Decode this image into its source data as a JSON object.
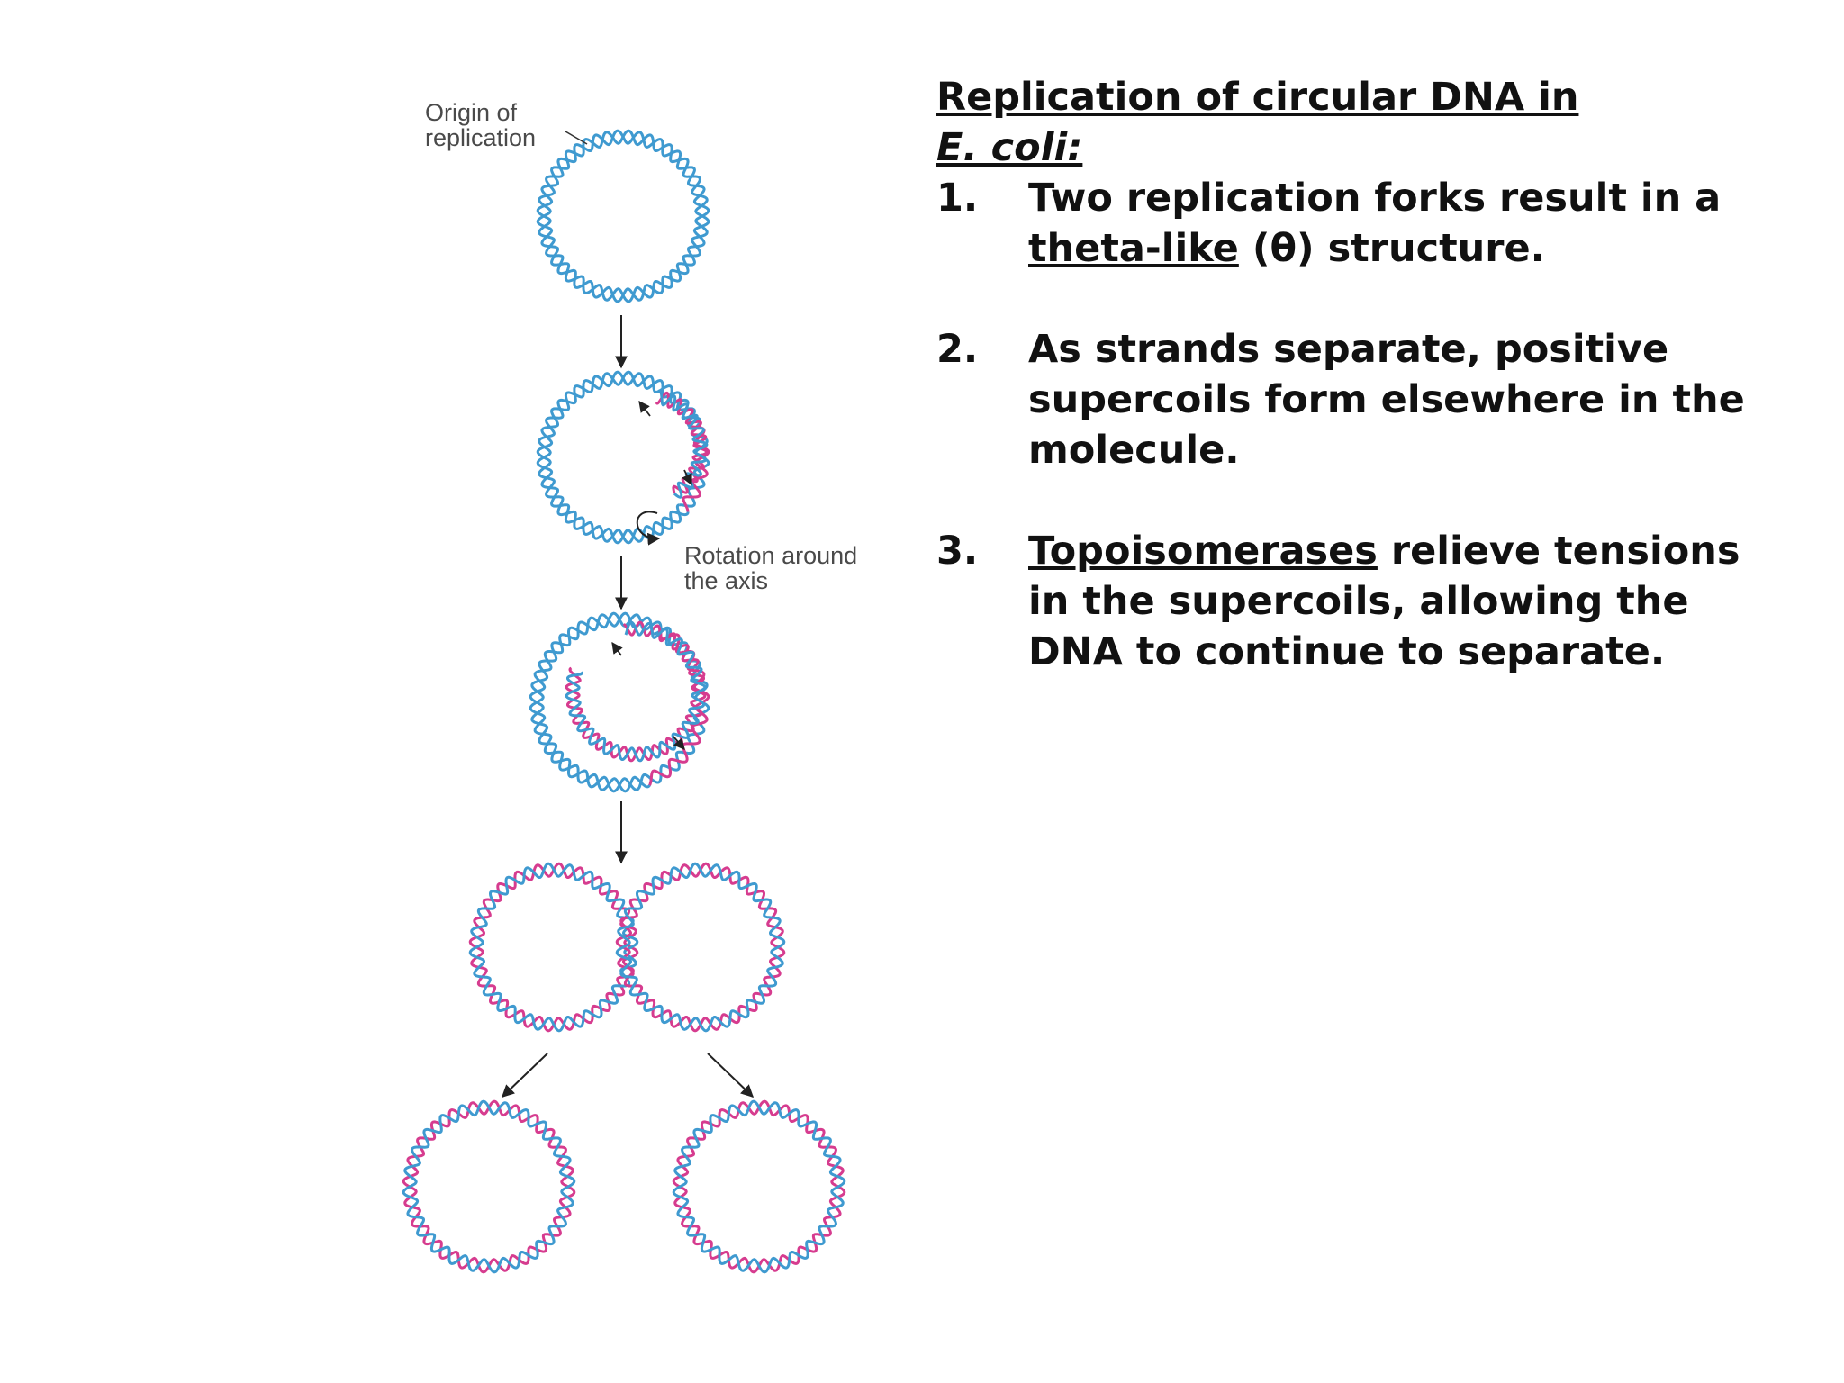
{
  "diagram": {
    "labels": {
      "origin_line1": "Origin of",
      "origin_line2": "replication",
      "rotation_line1": "Rotation around",
      "rotation_line2": "the axis"
    },
    "colors": {
      "parental_strand": "#3f9ad0",
      "new_strand": "#d63c8f",
      "arrow": "#222222"
    }
  },
  "text": {
    "title_part1": "Replication of circular DNA in",
    "title_species": "E. coli:",
    "items": [
      {
        "num": "1.",
        "pre": "Two replication forks result in a ",
        "underline": "theta-like",
        "post": " (θ) structure."
      },
      {
        "num": "2.",
        "pre": "As strands separate, positive supercoils form elsewhere in the molecule.",
        "underline": "",
        "post": ""
      },
      {
        "num": "3.",
        "pre": "",
        "underline": "Topoisomerases",
        "post": " relieve tensions in the supercoils, allowing the DNA to continue to separate."
      }
    ]
  }
}
